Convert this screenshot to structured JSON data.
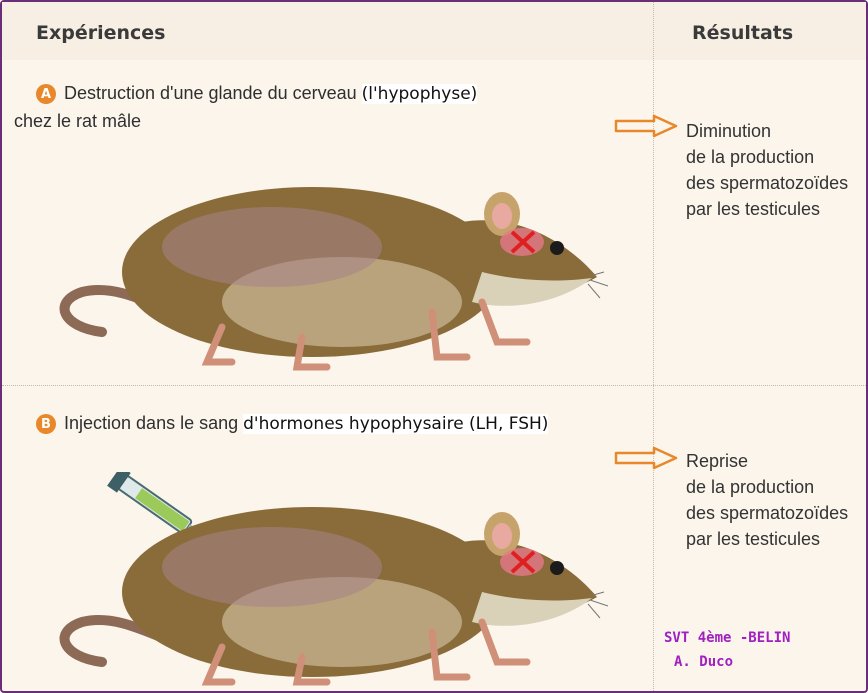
{
  "header": {
    "left_title": "Expériences",
    "right_title": "Résultats"
  },
  "experiment_a": {
    "badge": "A",
    "text_printed": "Destruction d'une glande du cerveau",
    "text_handwritten": "(l'hypophyse)",
    "text_line2": "chez le rat mâle",
    "result_lines": [
      "Diminution",
      "de la production",
      "des spermatozoïdes",
      "par les testicules"
    ]
  },
  "experiment_b": {
    "badge": "B",
    "text_printed": "Injection dans le sang",
    "text_handwritten": "d'hormones hypophysaire (LH, FSH)",
    "result_lines": [
      "Reprise",
      "de la production",
      "des spermatozoïdes",
      "par les testicules"
    ]
  },
  "credit": {
    "line1": "SVT 4ème  -BELIN",
    "line2": "A. Duco"
  },
  "colors": {
    "border": "#6a2e78",
    "badge": "#e8882a",
    "arrow": "#e8882a",
    "credit": "#a020c0",
    "cross": "#e02020"
  },
  "icons": {
    "rat_a": "rat-illustration",
    "rat_b": "rat-illustration",
    "syringe": "syringe-icon",
    "arrow": "arrow-right-icon"
  }
}
